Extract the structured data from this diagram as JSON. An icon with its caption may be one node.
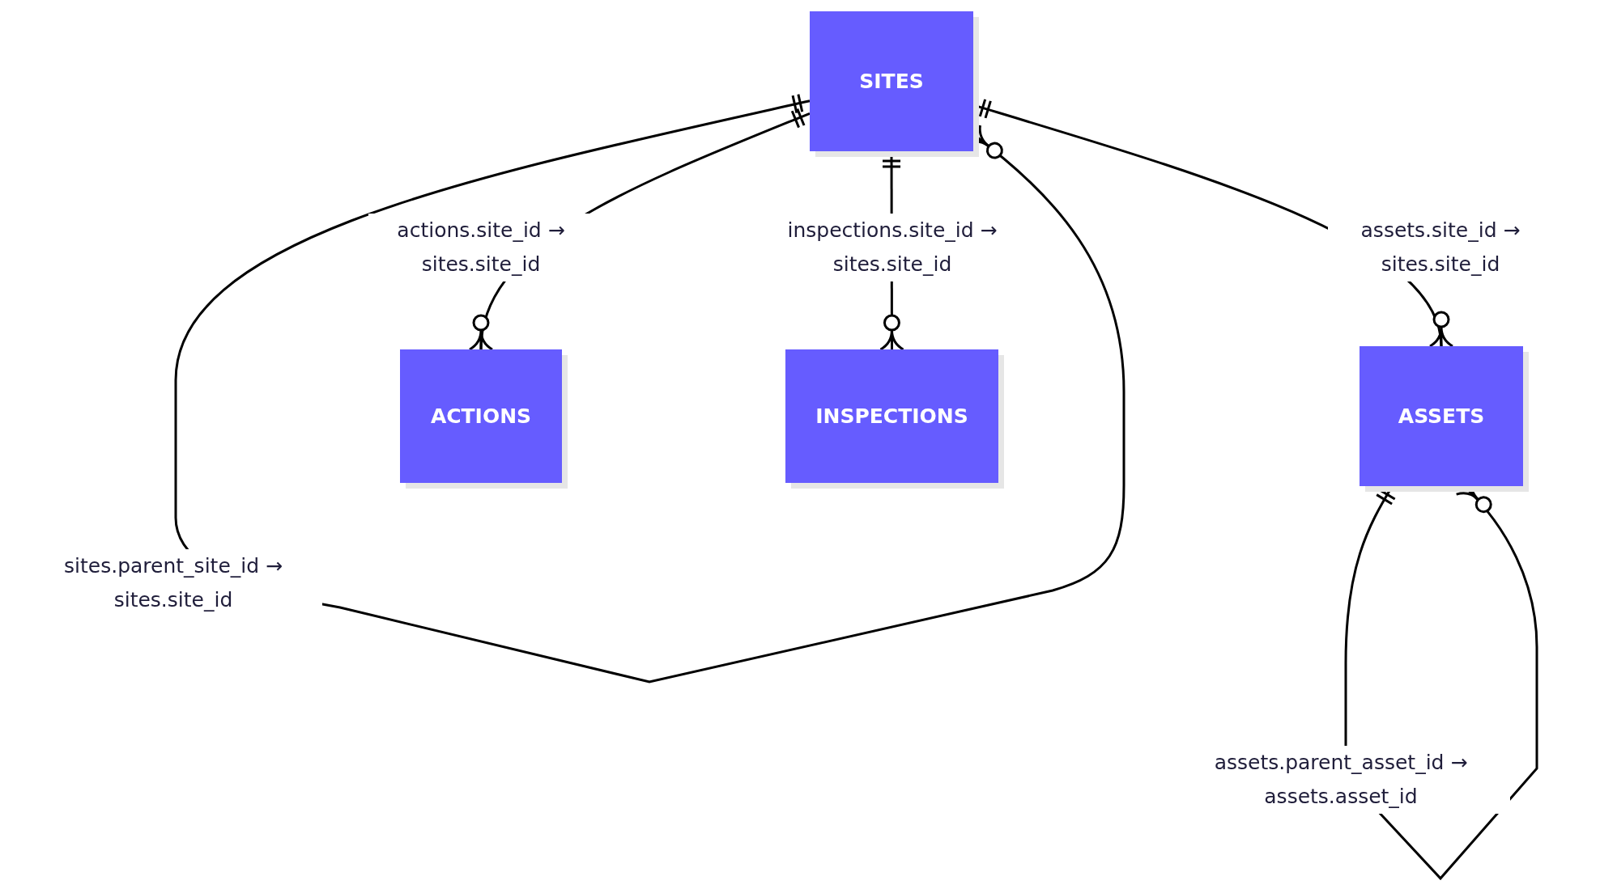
{
  "diagram": {
    "nodes": [
      {
        "text": [
          "SITES"
        ]
      },
      {
        "text": [
          "ACTIONS"
        ]
      },
      {
        "text": [
          "INSPECTIONS"
        ]
      },
      {
        "text": [
          "ASSETS"
        ]
      }
    ],
    "edges": [
      {
        "from": 0,
        "to": 1,
        "arrow": "other",
        "label": "actions.site_id → sites.site_id"
      },
      {
        "from": 0,
        "to": 2,
        "arrow": "other",
        "label": "inspections.site_id → sites.site_id"
      },
      {
        "from": 0,
        "to": 3,
        "arrow": "other",
        "label": "assets.site_id → sites.site_id"
      },
      {
        "from": 0,
        "to": 0,
        "arrow": "other",
        "label": "sites.parent_site_id → sites.site_id"
      },
      {
        "from": 3,
        "to": 3,
        "arrow": "other",
        "label": "assets.parent_asset_id → assets.asset_id"
      }
    ]
  }
}
